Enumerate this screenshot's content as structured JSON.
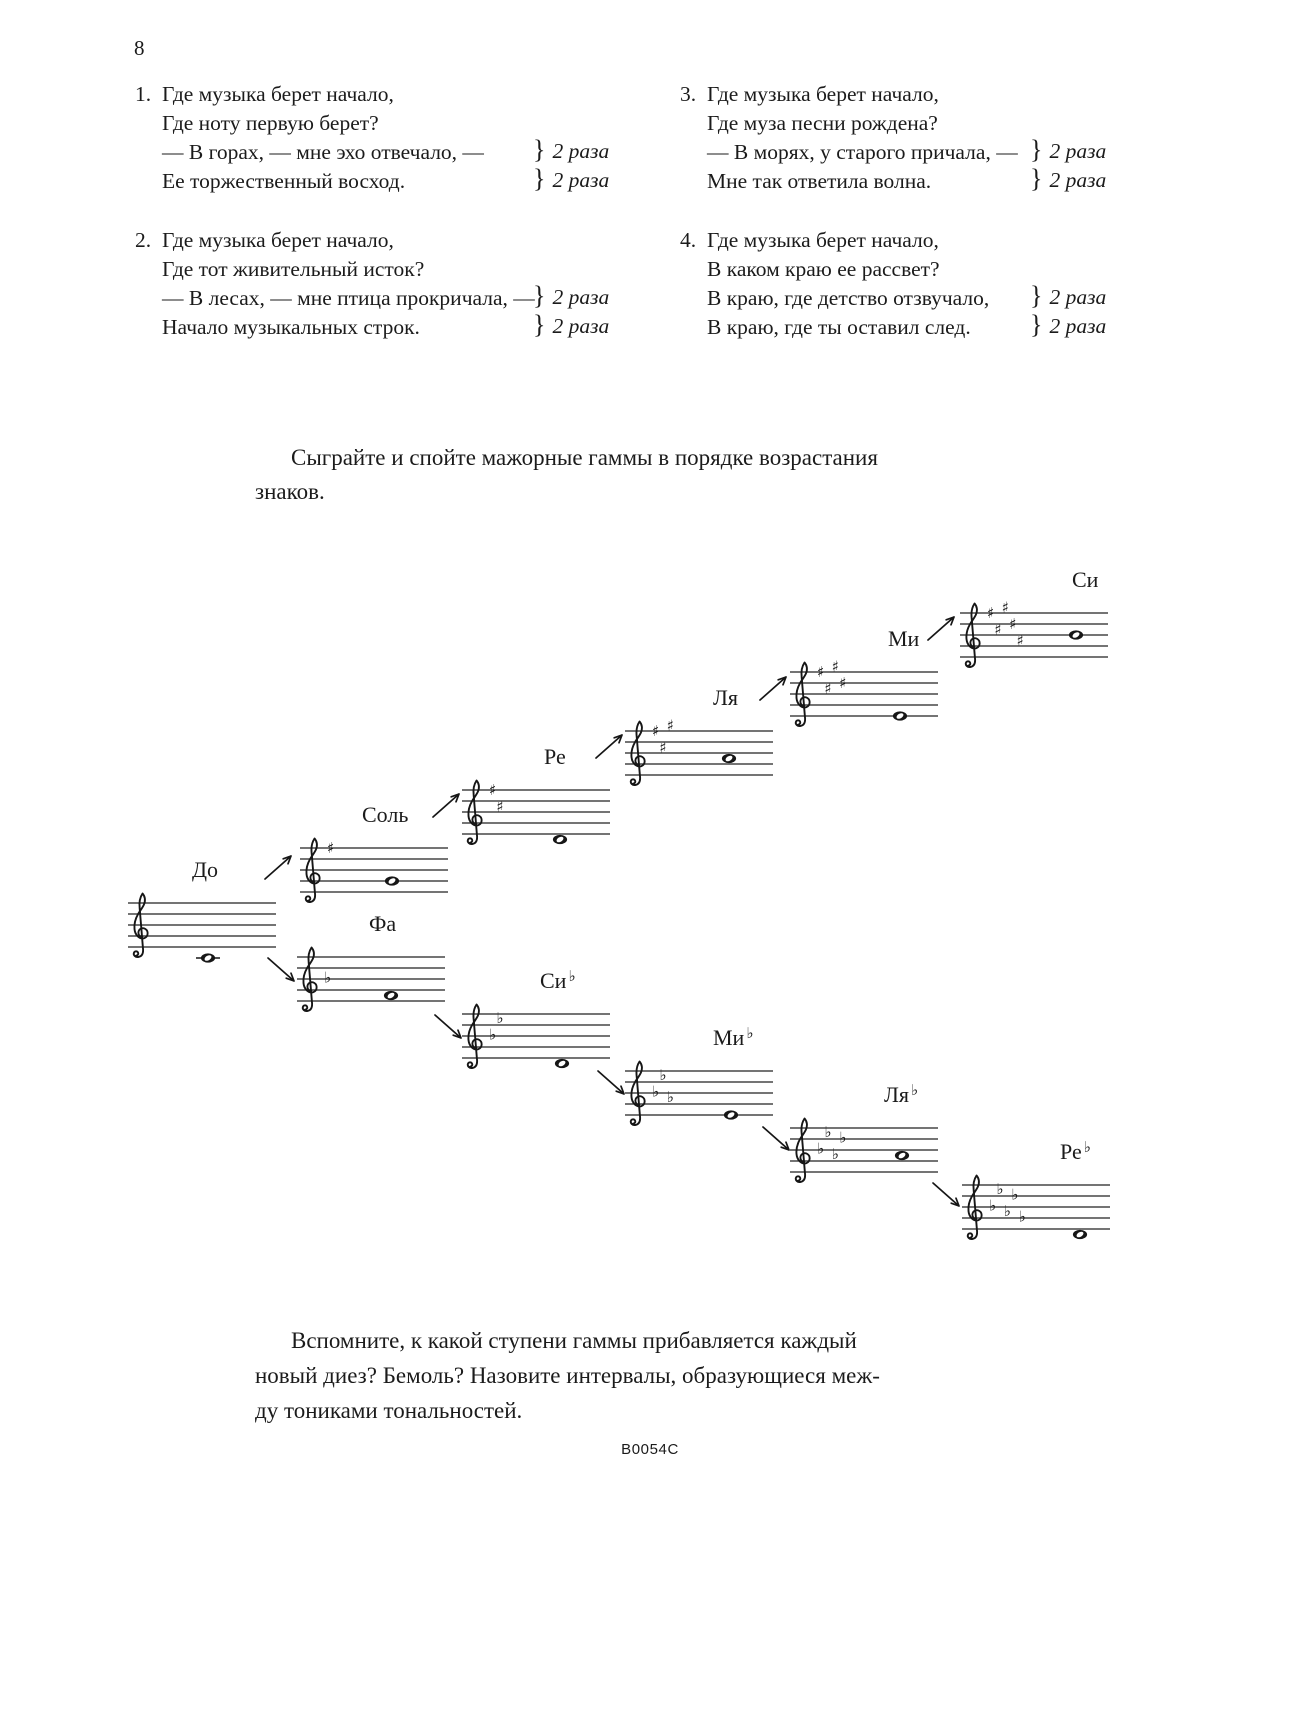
{
  "page": {
    "number": "8",
    "footer_code": "B0054C"
  },
  "symbols": {
    "brace": "}",
    "sharp": "♯",
    "flat": "♭"
  },
  "verses": [
    {
      "num": "1.",
      "lines": [
        {
          "text": "Где музыка берет начало,"
        },
        {
          "text": "Где ноту первую берет?"
        },
        {
          "text": "— В горах, — мне эхо отвечало, —",
          "repeat": "2 раза"
        },
        {
          "text": "Ее торжественный восход.",
          "repeat": "2 раза"
        }
      ]
    },
    {
      "num": "2.",
      "lines": [
        {
          "text": "Где музыка берет начало,"
        },
        {
          "text": "Где тот живительный исток?"
        },
        {
          "text": "— В лесах, — мне птица прокричала, —",
          "repeat": "2 раза"
        },
        {
          "text": "Начало музыкальных строк.",
          "repeat": "2 раза"
        }
      ]
    },
    {
      "num": "3.",
      "lines": [
        {
          "text": "Где музыка берет начало,"
        },
        {
          "text": "Где муза песни рождена?"
        },
        {
          "text": "— В морях, у старого причала, —",
          "repeat": "2 раза"
        },
        {
          "text": "Мне так ответила волна.",
          "repeat": "2 раза"
        }
      ]
    },
    {
      "num": "4.",
      "lines": [
        {
          "text": "Где музыка берет начало,"
        },
        {
          "text": "В каком краю ее рассвет?"
        },
        {
          "text": "В краю, где детство отзвучало,",
          "repeat": "2 раза"
        },
        {
          "text": "В краю, где ты оставил след.",
          "repeat": "2 раза"
        }
      ]
    }
  ],
  "instruction": {
    "lines": [
      "Сыграйте и спойте мажорные гаммы в порядке возрастания",
      "знаков."
    ]
  },
  "diagram": {
    "scales": [
      {
        "label": "До",
        "accidental": "none",
        "count": 0
      },
      {
        "label": "Соль",
        "accidental": "sharp",
        "count": 1
      },
      {
        "label": "Ре",
        "accidental": "sharp",
        "count": 2
      },
      {
        "label": "Ля",
        "accidental": "sharp",
        "count": 3
      },
      {
        "label": "Ми",
        "accidental": "sharp",
        "count": 4
      },
      {
        "label": "Си",
        "accidental": "sharp",
        "count": 5
      },
      {
        "label": "Фа",
        "accidental": "flat",
        "count": 1
      },
      {
        "label": "Си",
        "suffix": "♭",
        "accidental": "flat",
        "count": 2
      },
      {
        "label": "Ми",
        "suffix": "♭",
        "accidental": "flat",
        "count": 3
      },
      {
        "label": "Ля",
        "suffix": "♭",
        "accidental": "flat",
        "count": 4
      },
      {
        "label": "Ре",
        "suffix": "♭",
        "accidental": "flat",
        "count": 5
      }
    ]
  },
  "task": {
    "lines": [
      "Вспомните, к какой ступени гаммы прибавляется каждый",
      "новый диез? Бемоль? Назовите интервалы, образующиеся меж-",
      "ду тониками тональностей."
    ]
  }
}
